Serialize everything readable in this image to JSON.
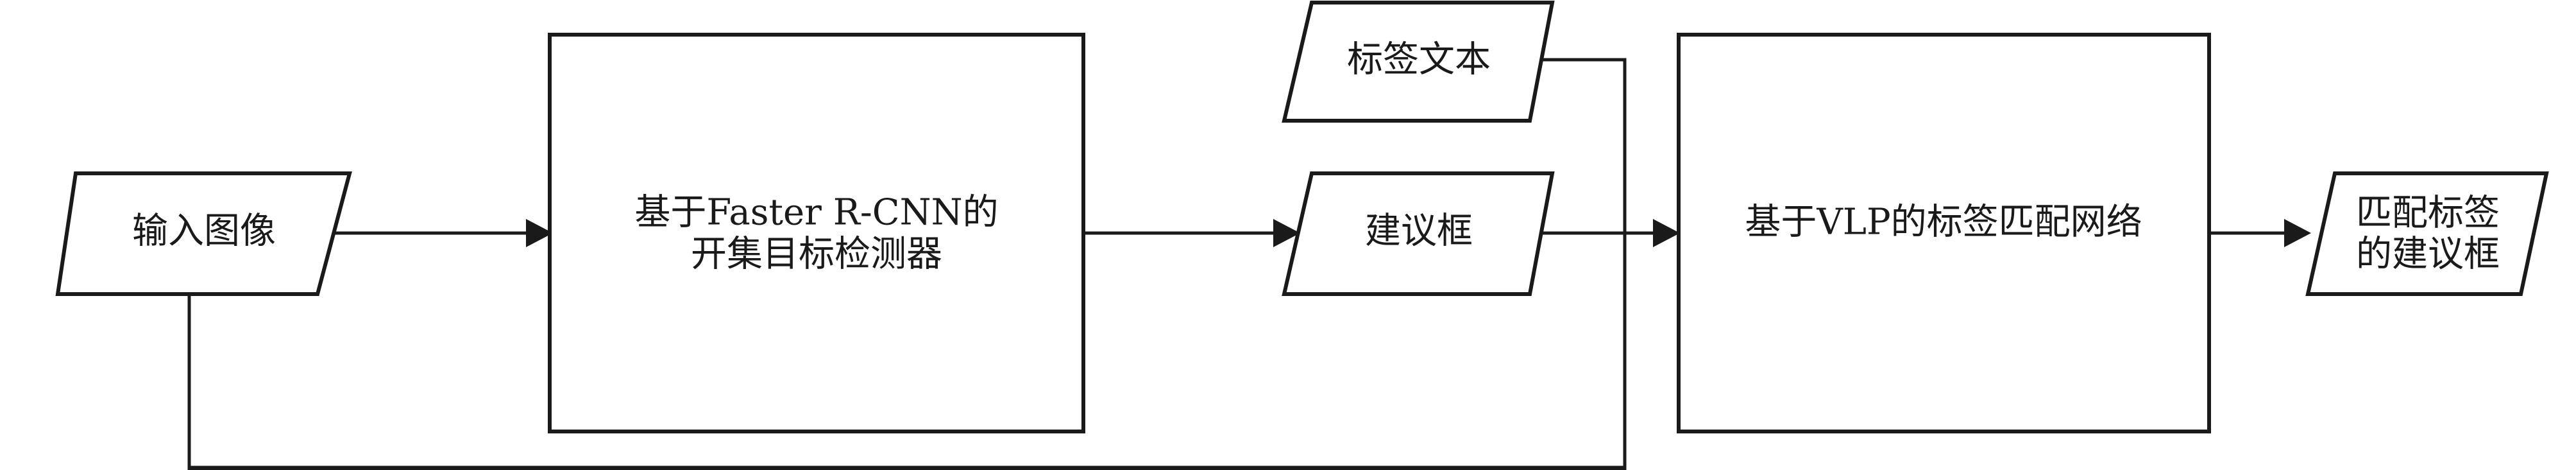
{
  "nodes": {
    "input_image": {
      "label": "输入图像"
    },
    "detector": {
      "line1": "基于Faster R-CNN的",
      "line2": "开集目标检测器"
    },
    "label_text": {
      "label": "标签文本"
    },
    "proposal_box": {
      "label": "建议框"
    },
    "vlp_matcher": {
      "label": "基于VLP的标签匹配网络"
    },
    "output": {
      "line1": "匹配标签",
      "line2": "的建议框"
    }
  },
  "edges": [
    {
      "from": "input_image",
      "to": "detector"
    },
    {
      "from": "detector",
      "to": "proposal_box"
    },
    {
      "from": "proposal_box",
      "to": "vlp_matcher"
    },
    {
      "from": "label_text",
      "to": "vlp_matcher"
    },
    {
      "from": "input_image",
      "to": "vlp_matcher"
    },
    {
      "from": "vlp_matcher",
      "to": "output"
    }
  ],
  "colors": {
    "stroke": "#1a1a1a",
    "fill": "#ffffff"
  }
}
